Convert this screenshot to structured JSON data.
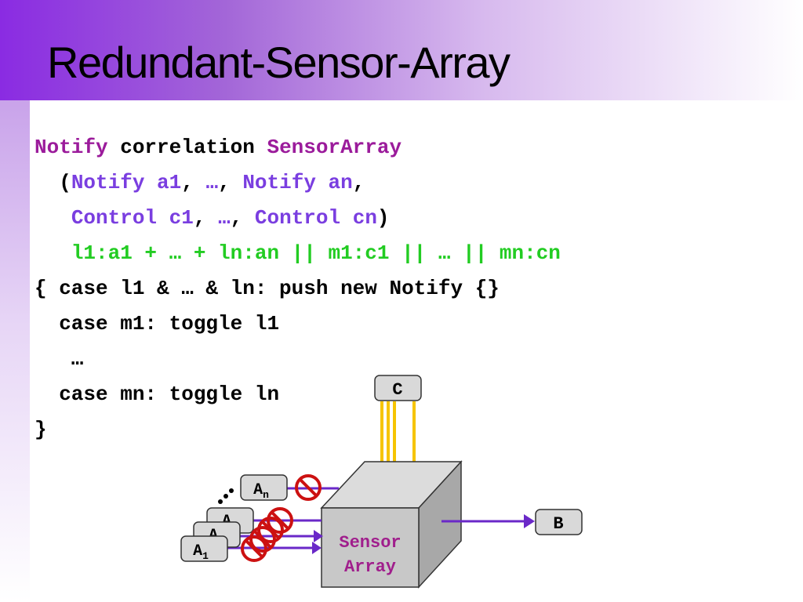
{
  "slide": {
    "title": "Redundant-Sensor-Array"
  },
  "code": {
    "l1": {
      "kw1": "Notify",
      "plain1": " correlation ",
      "name": "SensorArray"
    },
    "l2": {
      "indent": "  ",
      "open": "(",
      "p1": "Notify a1",
      "sep1": ", ",
      "ell": "…",
      "sep2": ", ",
      "p2": "Notify an",
      "tail": ","
    },
    "l3": {
      "indent": "   ",
      "p1": "Control c1",
      "sep1": ", ",
      "ell": "…",
      "sep2": ", ",
      "p2": "Control cn",
      "close": ")"
    },
    "l4": {
      "indent": "   ",
      "text": "l1:a1 + … + ln:an || m1:c1 || … || mn:cn"
    },
    "l5": {
      "text": "{ case l1 & … & ln: push new Notify {}"
    },
    "l6": {
      "text": "  case m1: toggle l1"
    },
    "l7": {
      "text": "   …"
    },
    "l8": {
      "text": "  case mn: toggle ln"
    },
    "l9": {
      "text": "}"
    }
  },
  "diagram": {
    "control_label": "C",
    "output_label": "B",
    "sensor_line1": "Sensor",
    "sensor_line2": "Array",
    "input_n_base": "A",
    "input_n_sub": "n",
    "input_1_base": "A",
    "input_1_sub": "1",
    "input_mid_base": "A",
    "colors": {
      "purple_arrow": "#6a28c8",
      "yellow_arrow": "#f6c400",
      "no_sign": "#cc1111",
      "cube_front": "#c8c8c8",
      "cube_top": "#dcdcdc",
      "cube_side": "#a8a8a8",
      "sensor_text": "#a01e8c"
    }
  }
}
